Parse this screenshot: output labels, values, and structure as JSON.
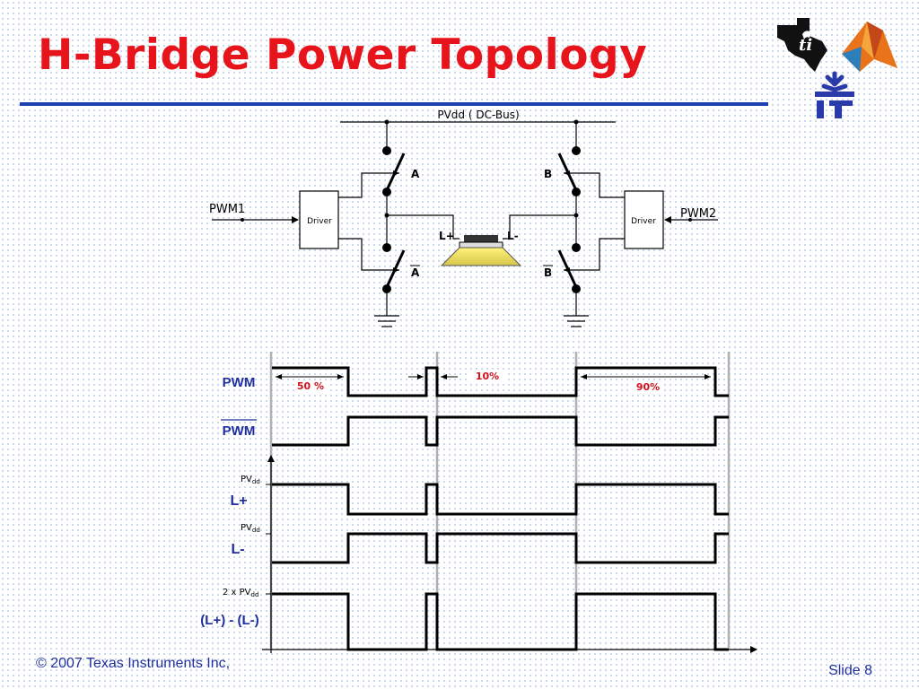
{
  "slide": {
    "title": "H-Bridge Power Topology",
    "footer": "© 2007 Texas Instruments Inc,",
    "slide_number": "Slide 8",
    "colors": {
      "title": "#e8141c",
      "accent_rule": "#1d3fb0",
      "blue_text": "#1f2f9e",
      "red_text": "#d0101a"
    },
    "logos": [
      "texas-ti-logo",
      "matlab-logo",
      "tau-university-logo"
    ]
  },
  "circuit": {
    "supply_label": "PVdd ( DC-Bus)",
    "pwm1_label": "PWM1",
    "pwm2_label": "PWM2",
    "driver_left_label": "Driver",
    "driver_right_label": "Driver",
    "switch_a_label": "A",
    "switch_b_label": "B",
    "switch_a_bar_label": "A",
    "switch_b_bar_label": "B",
    "l_plus_label": "L+",
    "l_minus_label": "L-"
  },
  "waveforms": {
    "pwm_label": "PWM",
    "pwm_bar_label": "PWM",
    "l_plus_label": "L+",
    "l_minus_label": "L-",
    "diff_label": "(L+) - (L-)",
    "pvdd_text": "PV",
    "pvdd_sub": "dd",
    "two_x_pvdd_text": "2 x PV",
    "duty_50": "50 %",
    "duty_10": "10%",
    "duty_90": "90%"
  }
}
